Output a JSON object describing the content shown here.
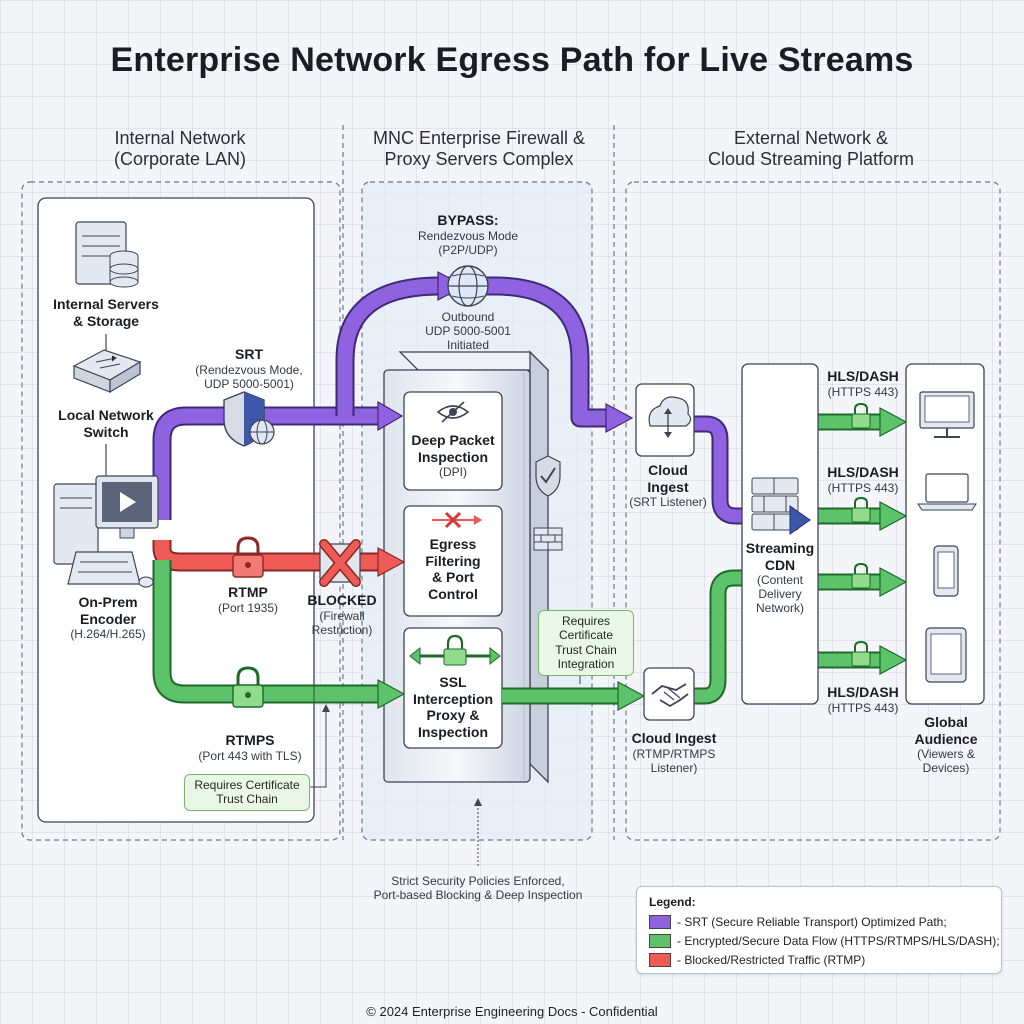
{
  "title": "Enterprise Network Egress Path for Live Streams",
  "zones": {
    "internal": {
      "line1": "Internal Network",
      "line2": "(Corporate LAN)"
    },
    "firewall": {
      "line1": "MNC Enterprise Firewall &",
      "line2": "Proxy Servers Complex"
    },
    "external": {
      "line1": "External Network &",
      "line2": "Cloud Streaming Platform"
    }
  },
  "internal": {
    "servers": {
      "line1": "Internal Servers",
      "line2": "& Storage"
    },
    "switch": {
      "line1": "Local Network",
      "line2": "Switch"
    },
    "encoder": {
      "name1": "On-Prem",
      "name2": "Encoder",
      "codec": "(H.264/H.265)"
    }
  },
  "paths": {
    "srt": {
      "name": "SRT",
      "detail1": "(Rendezvous Mode,",
      "detail2": "UDP 5000-5001)"
    },
    "rtmp": {
      "name": "RTMP",
      "detail": "(Port 1935)"
    },
    "blocked": {
      "name": "BLOCKED",
      "detail1": "(Firewall",
      "detail2": "Restriction)"
    },
    "rtmps": {
      "name": "RTMPS",
      "detail": "(Port 443 with TLS)",
      "note1": "Requires Certificate",
      "note2": "Trust Chain"
    }
  },
  "bypass": {
    "title": "BYPASS:",
    "line1": "Rendezvous Mode",
    "line2": "(P2P/UDP)",
    "out1": "Outbound",
    "out2": "UDP 5000-5001",
    "out3": "Initiated"
  },
  "firewall": {
    "dpi": {
      "line1": "Deep Packet",
      "line2": "Inspection",
      "line3": "(DPI)"
    },
    "egress": {
      "line1": "Egress",
      "line2": "Filtering",
      "line3": "& Port",
      "line4": "Control"
    },
    "ssl": {
      "line1": "SSL",
      "line2": "Interception",
      "line3": "Proxy &",
      "line4": "Inspection"
    },
    "cert_note": {
      "line1": "Requires",
      "line2": "Certificate",
      "line3": "Trust Chain",
      "line4": "Integration"
    },
    "policy": {
      "line1": "Strict Security Policies Enforced,",
      "line2": "Port-based Blocking & Deep Inspection"
    }
  },
  "external": {
    "cloud_ingest_srt": {
      "line1": "Cloud",
      "line2": "Ingest",
      "line3": "(SRT Listener)"
    },
    "cloud_ingest_rtmp": {
      "line1": "Cloud Ingest",
      "line2": "(RTMP/RTMPS",
      "line3": "Listener)"
    },
    "cdn": {
      "line1": "Streaming",
      "line2": "CDN",
      "line3": "(Content",
      "line4": "Delivery",
      "line5": "Network)"
    },
    "hls": [
      {
        "name": "HLS/DASH",
        "port": "(HTTPS 443)"
      },
      {
        "name": "HLS/DASH",
        "port": "(HTTPS 443)"
      },
      {
        "name": "HLS/DASH",
        "port": "(HTTPS 443)"
      }
    ],
    "audience": {
      "line1": "Global",
      "line2": "Audience",
      "line3": "(Viewers &",
      "line4": "Devices)"
    }
  },
  "legend": {
    "title": "Legend:",
    "items": [
      {
        "color": "#8f63e0",
        "label": "- SRT (Secure Reliable Transport) Optimized Path;"
      },
      {
        "color": "#5cc36a",
        "label": "- Encrypted/Secure Data Flow (HTTPS/RTMPS/HLS/DASH);"
      },
      {
        "color": "#ee5a55",
        "label": "- Blocked/Restricted Traffic (RTMP)"
      }
    ]
  },
  "footer": "© 2024 Enterprise Engineering Docs - Confidential",
  "colors": {
    "srt": "#8f63e0",
    "secure": "#5cc36a",
    "blocked": "#ee5a55",
    "zone_fill": "#e6ecf6",
    "zone_border": "#6b7890"
  }
}
